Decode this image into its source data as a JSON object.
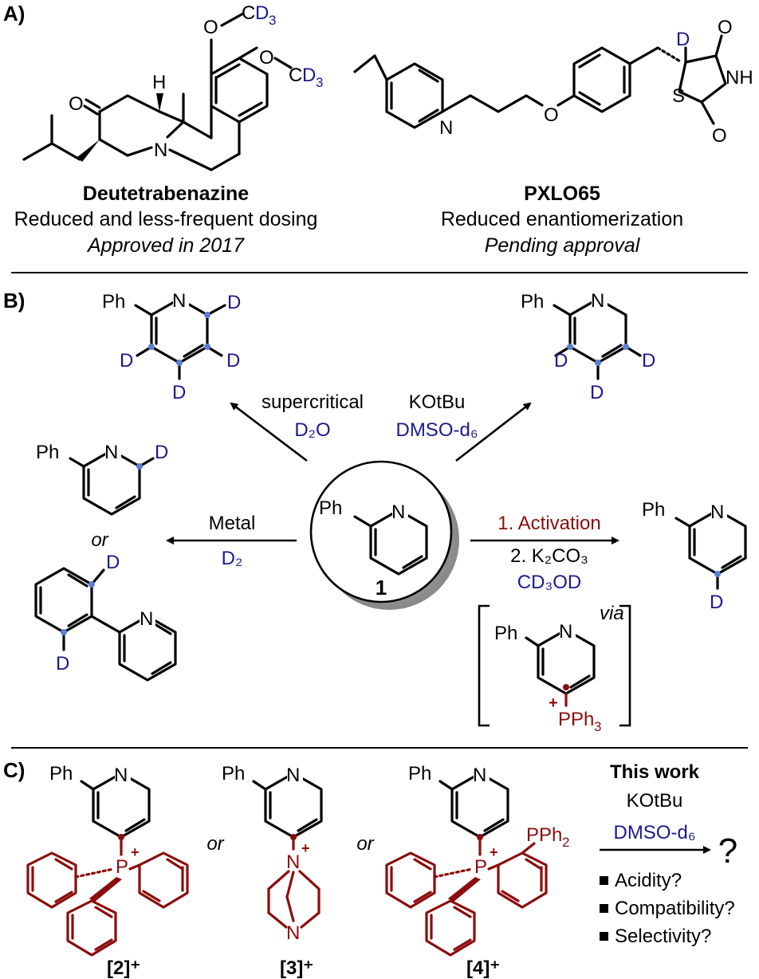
{
  "section_a": {
    "label": "A)",
    "drug1": {
      "name": "Deutetrabenazine",
      "desc": "Reduced and less-frequent dosing",
      "status": "Approved in 2017"
    },
    "drug2": {
      "name": "PXLO65",
      "desc": "Reduced enantiomerization",
      "status": "Pending approval"
    }
  },
  "section_b": {
    "label": "B)",
    "cond_supercritical": "supercritical",
    "cond_d2o": "D₂O",
    "cond_kotbu": "KOtBu",
    "cond_dmso": "DMSO-d₆",
    "cond_metal": "Metal",
    "cond_d2": "D₂",
    "or_text": "or",
    "step1": "1. Activation",
    "step2": "2. K₂CO₃",
    "step2_solvent": "CD₃OD",
    "via_text": "via",
    "compound_number": "1"
  },
  "section_c": {
    "label": "C)",
    "this_work": "This work",
    "reagent": "KOtBu",
    "solvent": "DMSO-d₆",
    "question": "?",
    "bullets": [
      "Acidity?",
      "Compatibility?",
      "Selectivity?"
    ],
    "or_text": "or",
    "compounds": [
      "[2]⁺",
      "[3]⁺",
      "[4]⁺"
    ]
  },
  "colors": {
    "deuterium_blue": "#1a1a8c",
    "activation_red": "#8B0D0D",
    "site_dot": "#5b7fd1"
  }
}
